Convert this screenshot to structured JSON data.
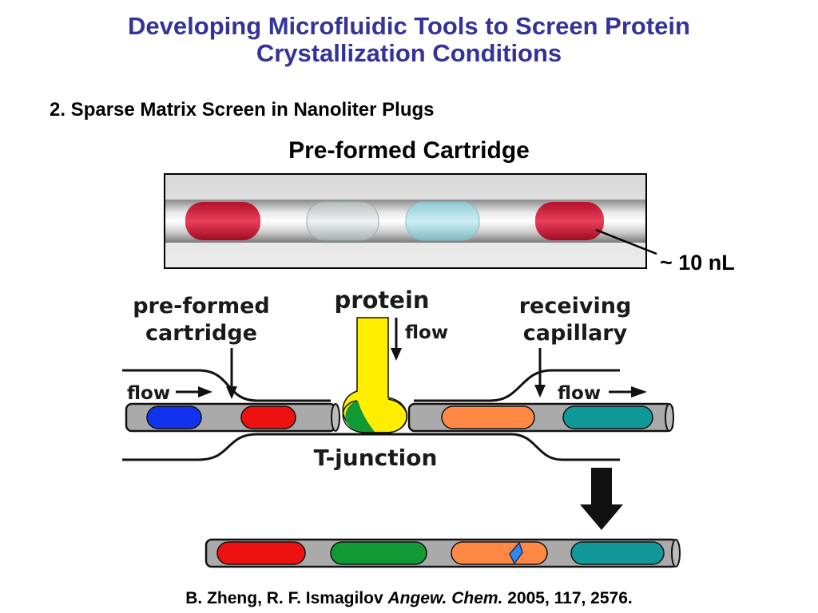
{
  "title": {
    "line1": "Developing Microfluidic Tools to Screen Protein",
    "line2": "Crystallization Conditions"
  },
  "subtitle": "2. Sparse Matrix Screen in Nanoliter Plugs",
  "cartridge_heading": "Pre-formed Cartridge",
  "volume_label": "~ 10 nL",
  "diagram": {
    "preformed_label_line1": "pre-formed",
    "preformed_label_line2": "cartridge",
    "protein_label": "protein",
    "flow_down_label": "flow",
    "flow_left_label": "flow",
    "receiving_label_line1": "receiving",
    "receiving_label_line2": "capillary",
    "flow_right_label": "flow",
    "tjunction_label": "T-junction"
  },
  "citation": {
    "authors": "B. Zheng, R. F. Ismagilov",
    "journal": "Angew. Chem.",
    "details": "2005, 117, 2576."
  },
  "colors": {
    "title": "#333399",
    "plug_red": "#ee1111",
    "plug_blue": "#1133ee",
    "plug_green": "#119933",
    "plug_orange": "#ff8844",
    "plug_teal": "#119999",
    "protein_yellow": "#ffee00",
    "tube_gray": "#aaaaaa"
  }
}
